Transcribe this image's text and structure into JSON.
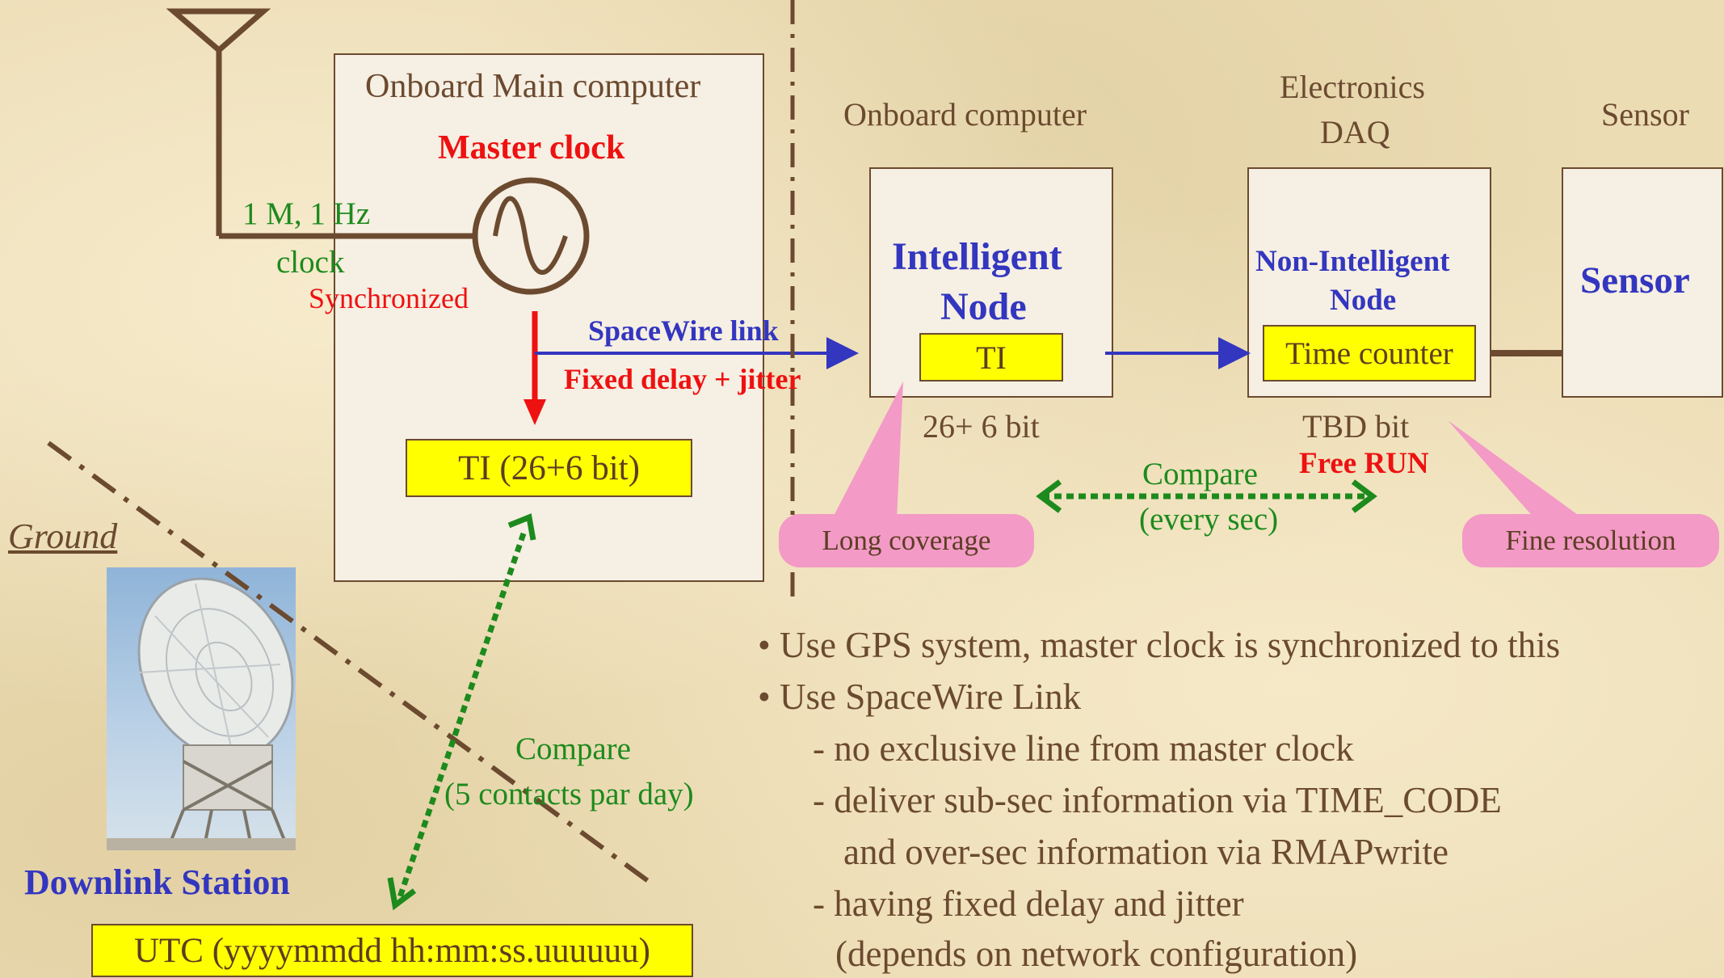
{
  "left": {
    "main_computer_title": "Onboard Main computer",
    "master_clock": "Master clock",
    "clock_freq": "1 M, 1 Hz",
    "clock_word": "clock",
    "synchronized": "Synchronized",
    "spacewire_link": "SpaceWire link",
    "fixed_delay": "Fixed delay + jitter",
    "ti_main": "TI (26+6 bit)",
    "ground": "Ground",
    "compare": "Compare",
    "compare_freq": "(5 contacts par day)",
    "downlink_station": "Downlink Station",
    "utc": "UTC (yyyymmdd hh:mm:ss.uuuuuu)"
  },
  "right": {
    "onboard_computer": "Onboard computer",
    "electronics": "Electronics",
    "daq": "DAQ",
    "sensor_header": "Sensor",
    "intelligent_node_1": "Intelligent",
    "intelligent_node_2": "Node",
    "ti": "TI",
    "non_intelligent_1": "Non-Intelligent",
    "non_intelligent_2": "Node",
    "time_counter": "Time counter",
    "sensor": "Sensor",
    "bits_ti": "26+ 6 bit",
    "bits_tbd": "TBD bit",
    "free_run": "Free RUN",
    "compare": "Compare",
    "compare_freq": "(every sec)",
    "long_coverage": "Long coverage",
    "fine_resolution": "Fine resolution"
  },
  "notes": {
    "line1": "Use GPS system, master clock is synchronized to this",
    "line2": "Use SpaceWire Link",
    "line3": "- no exclusive line from master clock",
    "line4": "- deliver sub-sec information via TIME_CODE",
    "line5": "and over-sec information via RMAPwrite",
    "line6": "- having fixed delay and jitter",
    "line7": "(depends on network configuration)"
  },
  "colors": {
    "brown": "#6b4a2f",
    "yellow": "#ffff00",
    "blue": "#3336bf",
    "red": "#ee1111",
    "green": "#1d8a1d",
    "pink": "#f39ac6"
  }
}
